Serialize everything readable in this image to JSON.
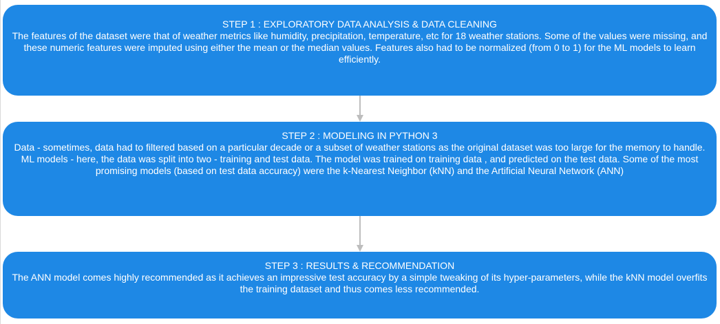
{
  "steps": [
    {
      "title": "STEP 1 : EXPLORATORY DATA ANALYSIS & DATA CLEANING",
      "body": [
        "The features of the dataset were that of weather metrics like humidity, precipitation, temperature, etc for 18 weather stations. Some of the values were missing, and these numeric features were imputed using either the mean or the median values. Features also had to be normalized (from 0 to 1) for the ML models to learn efficiently."
      ]
    },
    {
      "title": "STEP 2 : MODELING IN PYTHON 3",
      "body": [
        "Data - sometimes, data had to filtered based on a particular decade or a subset of weather stations as the original dataset was too large for the memory to handle.",
        "ML models - here, the data was split into two - training and test data. The model was trained on training data , and predicted on the test data. Some of the most promising models (based on test data accuracy) were the k-Nearest Neighbor (kNN) and the Artificial Neural Network (ANN)"
      ]
    },
    {
      "title": "STEP 3 : RESULTS & RECOMMENDATION",
      "body": [
        "The ANN model comes highly recommended as it achieves an impressive test accuracy by a simple tweaking of its hyper-parameters, while the kNN model overfits the training dataset and thus comes less recommended."
      ]
    }
  ],
  "colors": {
    "box_fill": "#1e88e5",
    "text": "#ffffff",
    "connector": "#bdbdbd"
  }
}
